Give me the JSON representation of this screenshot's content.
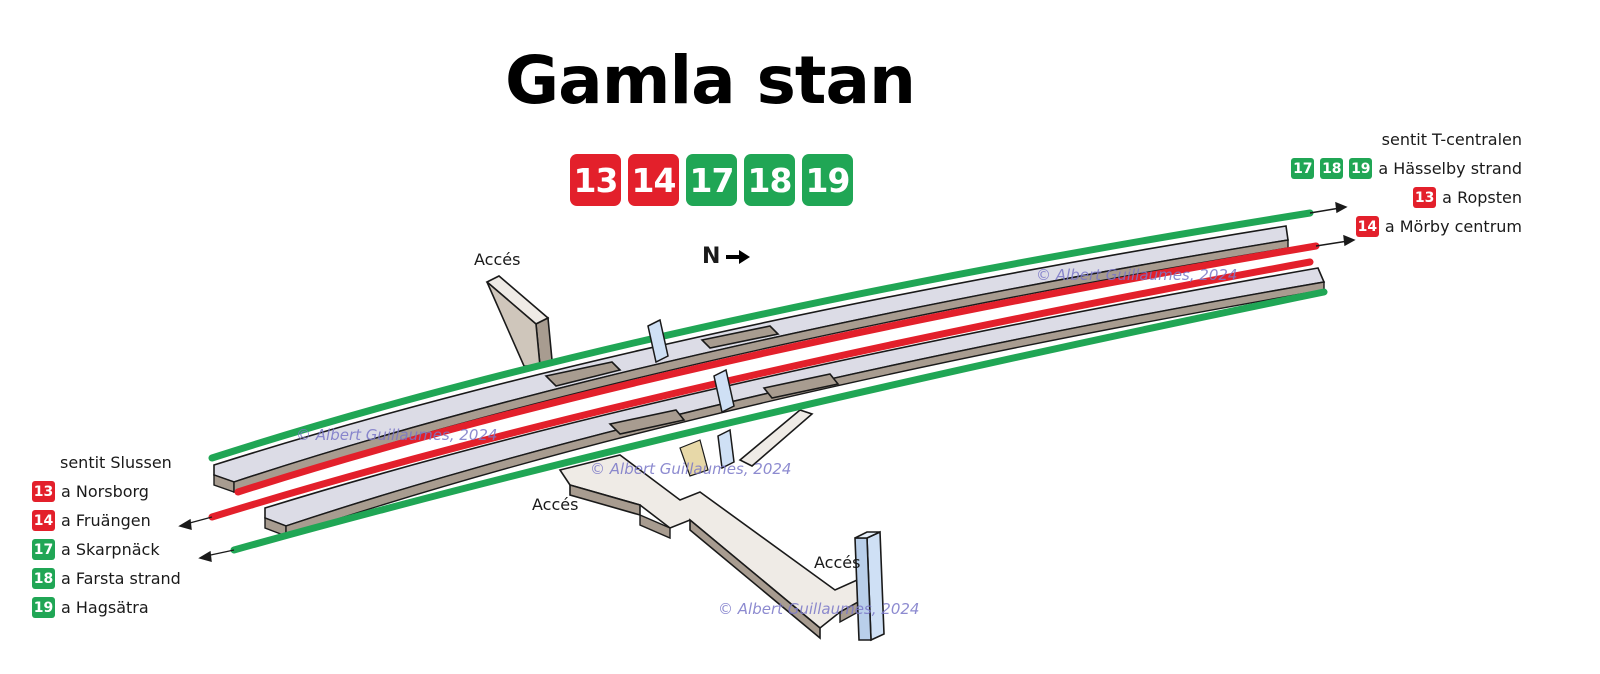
{
  "station": {
    "title": "Gamla stan"
  },
  "lines": [
    {
      "label": "13",
      "color": "#e3202b"
    },
    {
      "label": "14",
      "color": "#e3202b"
    },
    {
      "label": "17",
      "color": "#20a655"
    },
    {
      "label": "18",
      "color": "#20a655"
    },
    {
      "label": "19",
      "color": "#20a655"
    }
  ],
  "compass": {
    "label": "N"
  },
  "access_labels": [
    "Accés",
    "Accés",
    "Accés"
  ],
  "north_direction": {
    "heading": "sentit T-centralen",
    "rows": [
      {
        "badges": [
          "17",
          "18",
          "19"
        ],
        "color": "#20a655",
        "text": "a Hässelby strand"
      },
      {
        "badges": [
          "13"
        ],
        "color": "#e3202b",
        "text": "a Ropsten"
      },
      {
        "badges": [
          "14"
        ],
        "color": "#e3202b",
        "text": "a Mörby centrum"
      }
    ]
  },
  "south_direction": {
    "heading": "sentit Slussen",
    "rows": [
      {
        "badges": [
          "13"
        ],
        "color": "#e3202b",
        "text": "a Norsborg"
      },
      {
        "badges": [
          "14"
        ],
        "color": "#e3202b",
        "text": "a Fruängen"
      },
      {
        "badges": [
          "17"
        ],
        "color": "#20a655",
        "text": "a Skarpnäck"
      },
      {
        "badges": [
          "18"
        ],
        "color": "#20a655",
        "text": "a Farsta strand"
      },
      {
        "badges": [
          "19"
        ],
        "color": "#20a655",
        "text": "a Hagsätra"
      }
    ]
  },
  "credits": [
    "© Albert Guillaumes, 2024",
    "© Albert Guillaumes, 2024",
    "© Albert Guillaumes, 2024",
    "© Albert Guillaumes, 2024"
  ],
  "colors": {
    "red_line": "#e3202b",
    "green_line": "#20a655",
    "platform": "#dcdce6",
    "platform_edge": "#a89c90",
    "corridor": "#efebe6",
    "lift": "#cfe0f5"
  }
}
